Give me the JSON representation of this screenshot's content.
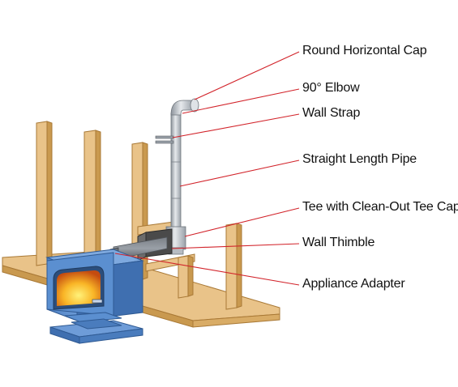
{
  "diagram": {
    "labels": [
      {
        "id": "round-horizontal-cap",
        "text": "Round Horizontal Cap"
      },
      {
        "id": "elbow-90",
        "text": "90° Elbow"
      },
      {
        "id": "wall-strap",
        "text": "Wall Strap"
      },
      {
        "id": "straight-length-pipe",
        "text": "Straight Length Pipe"
      },
      {
        "id": "tee-clean-out",
        "text": "Tee with Clean-Out Tee Cap"
      },
      {
        "id": "wall-thimble",
        "text": "Wall Thimble"
      },
      {
        "id": "appliance-adapter",
        "text": "Appliance Adapter"
      }
    ],
    "colors": {
      "leader_line": "#d2232a",
      "wood": "#e9c389",
      "wood_edge": "#a97936",
      "stove_body": "#5b8fd0",
      "stove_dark": "#3f6fb0",
      "pipe": "#c9cdd3",
      "firebox": "#f7a21b"
    }
  }
}
